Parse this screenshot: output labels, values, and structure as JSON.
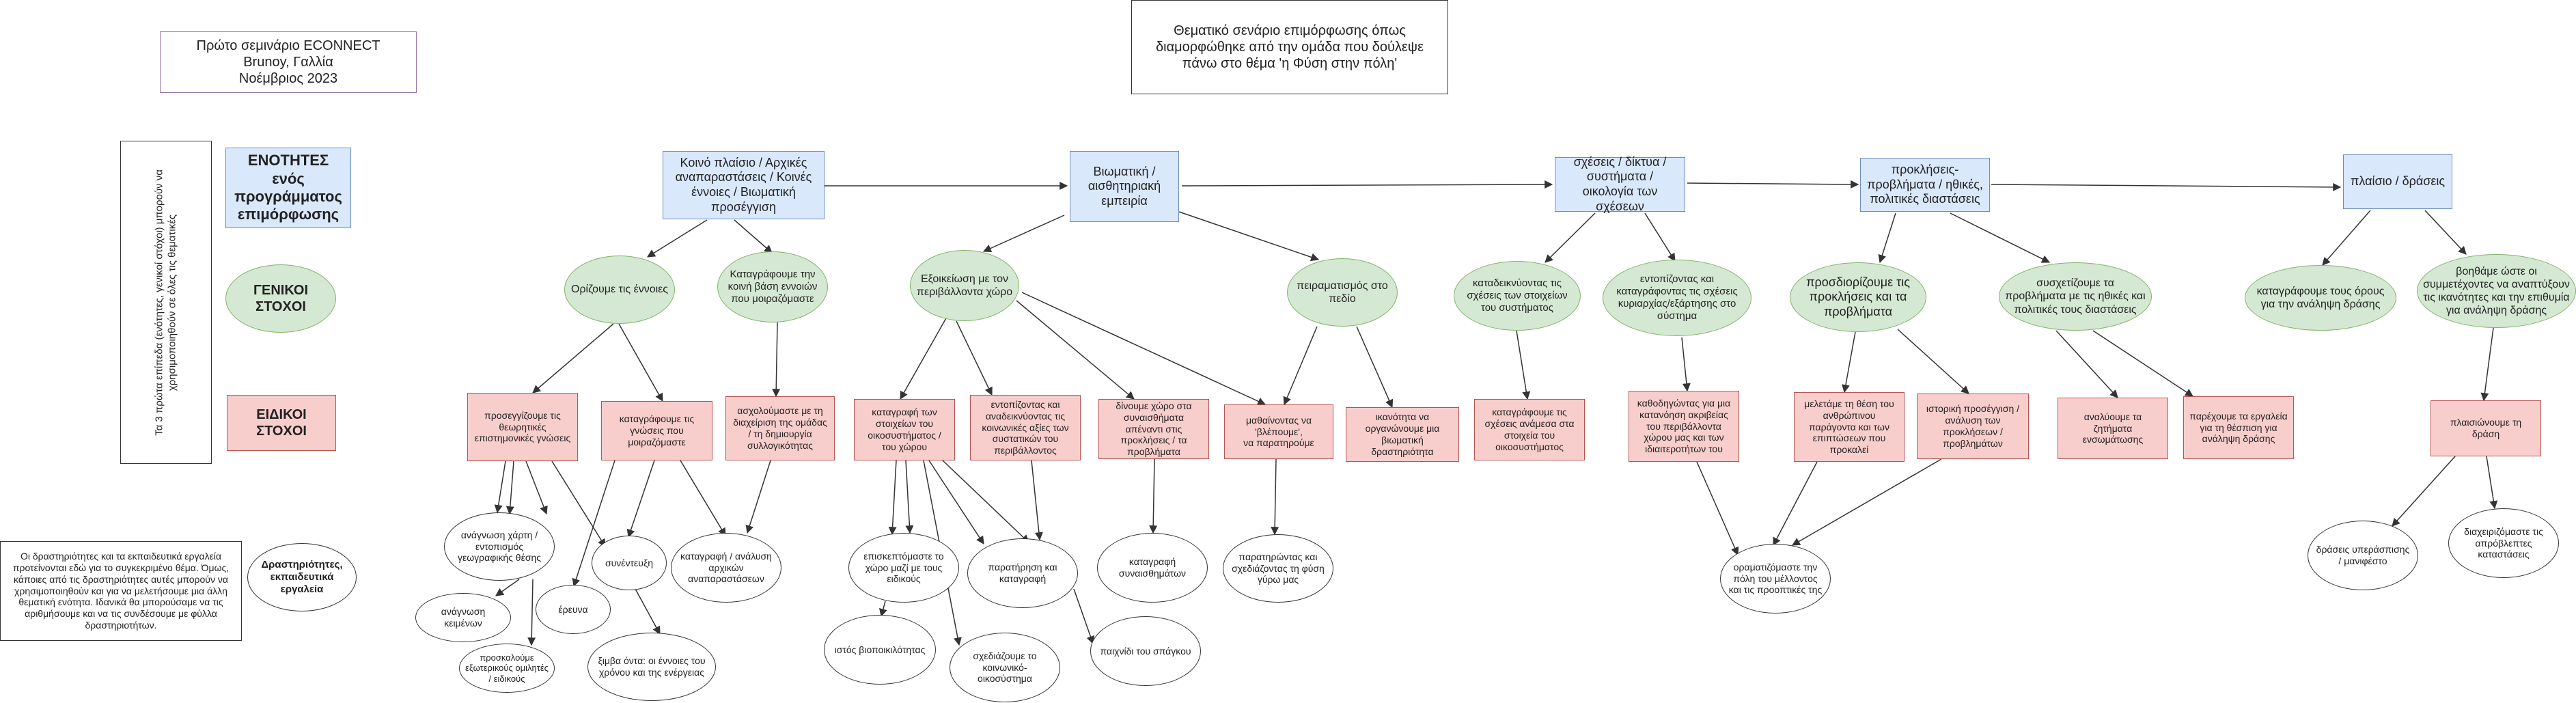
{
  "header": {
    "seminar": "Πρώτο σεμινάριο ECONNECT\nBrunoy, Γαλλία\nΝοέμβριος 2023",
    "title": "Θεματικό σενάριο επιμόρφωσης όπως\nδιαμορφώθηκε από την ομάδα που δούλεψε\nπάνω στο θέμα 'η Φύση στην πόλη'"
  },
  "legend": {
    "vertical_note": "Τα 3 πρώτα επίπεδα (ενότητες, γενικοί στόχοι) μπορούν να χρησιμοποιηθούν σε όλες τις θεματικές",
    "modules": "ΕΝΟΤΗΤΕΣ ενός προγράμματος επιμόρφωσης",
    "general": "ΓΕΝΙΚΟΙ ΣΤΟΧΟΙ",
    "specific": "ΕΙΔΙΚΟΙ ΣΤΟΧΟΙ",
    "activities_note": "Οι δραστηριότητες και τα εκπαιδευτικά εργαλεία προτείνονται εδώ για το συγκεκριμένο θέμα. Όμως, κάποιες από τις δραστηριότητες αυτές μπορούν να χρησιμοποιηθούν και για να μελετήσουμε μια άλλη θεματική ενότητα. Ιδανικά θα μπορούσαμε να τις αριθμήσουμε και να τις συνδέσουμε με φύλλα δραστηριοτήτων.",
    "activities_label": "Δραστηριότητες,\nεκπαιδευτικά εργαλεία"
  },
  "nodes": {
    "m1": "Κοινό πλαίσιο / Αρχικές αναπαραστάσεις / Κοινές έννοιες / Βιωματική προσέγγιση",
    "m2": "Βιωματική / αισθητηριακή εμπειρία",
    "m3": "σχέσεις / δίκτυα / συστήματα / οικολογία των σχέσεων",
    "m4": "προκλήσεις-προβλήματα / ηθικές, πολιτικές διαστάσεις",
    "m5": "πλαίσιο / δράσεις",
    "g1": "Ορίζουμε τις έννοιες",
    "g2": "Καταγράφουμε την κοινή βάση εννοιών που μοιραζόμαστε",
    "g3": "Εξοικείωση με τον περιβάλλοντα χώρο",
    "g4": "πειραματισμός στο πεδίο",
    "g5": "καταδεικνύοντας τις σχέσεις των στοιχείων του συστήματος",
    "g6": "εντοπίζοντας και καταγράφοντας τις σχέσεις κυριαρχίας/εξάρτησης στο σύστημα",
    "g7": "προσδιορίζουμε τις προκλήσεις και τα προβλήματα",
    "g8": "συσχετίζουμε τα προβλήματα με τις ηθικές και πολιτικές τους διαστάσεις",
    "g9": "καταγράφουμε τους όρους για την ανάληψη δράσης",
    "g10": "βοηθάμε ώστε οι συμμετέχοντες να αναπτύξουν τις ικανότητες και την επιθυμία για ανάληψη δράσης",
    "s1": "προσεγγίζουμε τις θεωρητικές επιστημονικές γνώσεις",
    "s2": "καταγράφουμε τις γνώσεις που μοιραζόμαστε",
    "s3": "ασχολούμαστε με τη διαχείριση της ομάδας / τη δημιουργία συλλογικότητας",
    "s4": "καταγραφή των στοιχείων του οικοσυστήματος / του χώρου",
    "s5": "εντοπίζοντας και αναδεικνύοντας τις κοινωνικές αξίες των συστατικών του περιβάλλοντος",
    "s6": "δίνουμε χώρο στα συναισθήματα απέναντι στις προκλήσεις / τα προβλήματα",
    "s7": "μαθαίνοντας να 'βλέπουμε',\nνα παρατηρούμε",
    "s8": "ικανότητα να οργανώνουμε μια βιωματική δραστηριότητα",
    "s9": "καταγράφουμε τις σχέσεις ανάμεσα στα στοιχεία του οικοσυστήματος",
    "s10": "καθοδηγώντας για μια κατανόηση ακριβείας του περιβάλλοντα χώρου μας και των ιδιαιτεροτήτων του",
    "s11": "μελετάμε τη θέση του ανθρώπινου παράγοντα και των επιπτώσεων που προκαλεί",
    "s12": "ιστορική προσέγγιση / ανάλυση των προκλήσεων / προβλημάτων",
    "s13": "αναλύουμε τα ζητήματα ενσωμάτωσης",
    "s14": "παρέχουμε τα εργαλεία για τη θέσπιση για ανάληψη δράσης",
    "s15": "πλαισιώνουμε τη δράση",
    "a1": "ανάγνωση χάρτη / εντοπισμός γεωγραφικής θέσης",
    "a2": "συνέντευξη",
    "a3": "καταγραφή / ανάλυση αρχικών αναπαραστάσεων",
    "a4": "ανάγνωση κειμένων",
    "a5": "έρευνα",
    "a6": "προσκαλούμε εξωτερικούς ομιλητές / ειδικούς",
    "a7": "ξιμβα όντα: οι έννοιες του χρόνου και της ενέργειας",
    "a8": "επισκεπτόμαστε το χώρο μαζί με τους ειδικούς",
    "a9": "παρατήρηση και καταγραφή",
    "a10": "καταγραφή συναισθημάτων",
    "a11": "παρατηρώντας και σχεδιάζοντας τη φύση γύρω μας",
    "a12": "ιστός βιοποικιλότητας",
    "a13": "σχεδιάζουμε το κοινωνικό-οικοσύστημα",
    "a14": "παιχνίδι του σπάγκου",
    "a15": "οραματιζόμαστε την πόλη του μέλλοντος και τις προοπτικές της",
    "a16": "δράσεις υπεράσπισης / μανιφέστο",
    "a17": "διαχειριζόμαστε τις απρόβλεπτες καταστάσεις"
  }
}
